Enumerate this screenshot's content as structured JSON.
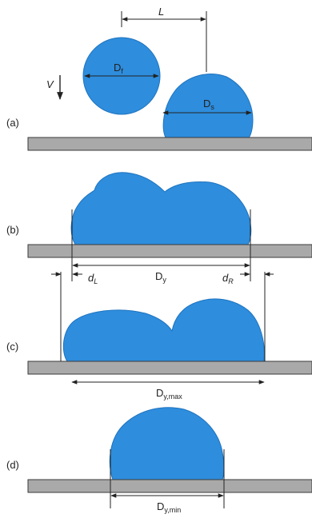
{
  "panels": {
    "a": {
      "label": "(a)"
    },
    "b": {
      "label": "(b)"
    },
    "c": {
      "label": "(c)"
    },
    "d": {
      "label": "(d)"
    }
  },
  "labels": {
    "L": "L",
    "V": "V",
    "Df_main": "D",
    "Df_sub": "f",
    "Ds_main": "D",
    "Ds_sub": "s",
    "Dy": "D",
    "Dy_sub": "y",
    "dL_main": "d",
    "dL_sub": "L",
    "dR_main": "d",
    "dR_sub": "R",
    "Dymax_main": "D",
    "Dymax_sub": "y,max",
    "Dymin_main": "D",
    "Dymin_sub": "y,min"
  },
  "colors": {
    "droplet": "#2e8ddd",
    "droplet_stroke": "#1f74bf",
    "substrate_fill": "#a9a9a9",
    "substrate_stroke": "#3a3a3a",
    "line": "#222222"
  }
}
